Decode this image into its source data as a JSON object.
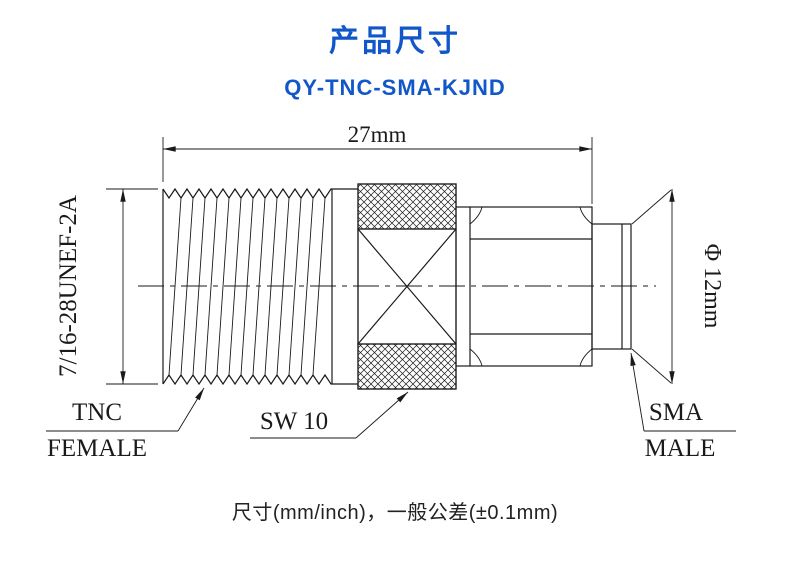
{
  "header": {
    "title": "产品尺寸",
    "subtitle": "QY-TNC-SMA-KJND"
  },
  "diagram": {
    "dim_length": "27mm",
    "thread_spec": "7/16-28UNEF-2A",
    "dim_diameter": "Φ 12mm",
    "labels": {
      "tnc_top": "TNC",
      "tnc_bottom": "FEMALE",
      "sw": "SW 10",
      "sma_top": "SMA",
      "sma_bottom": "MALE"
    }
  },
  "footer": {
    "note": "尺寸(mm/inch)，一般公差(±0.1mm)"
  },
  "colors": {
    "accent": "#1257c9",
    "line": "#1a1a1a"
  }
}
